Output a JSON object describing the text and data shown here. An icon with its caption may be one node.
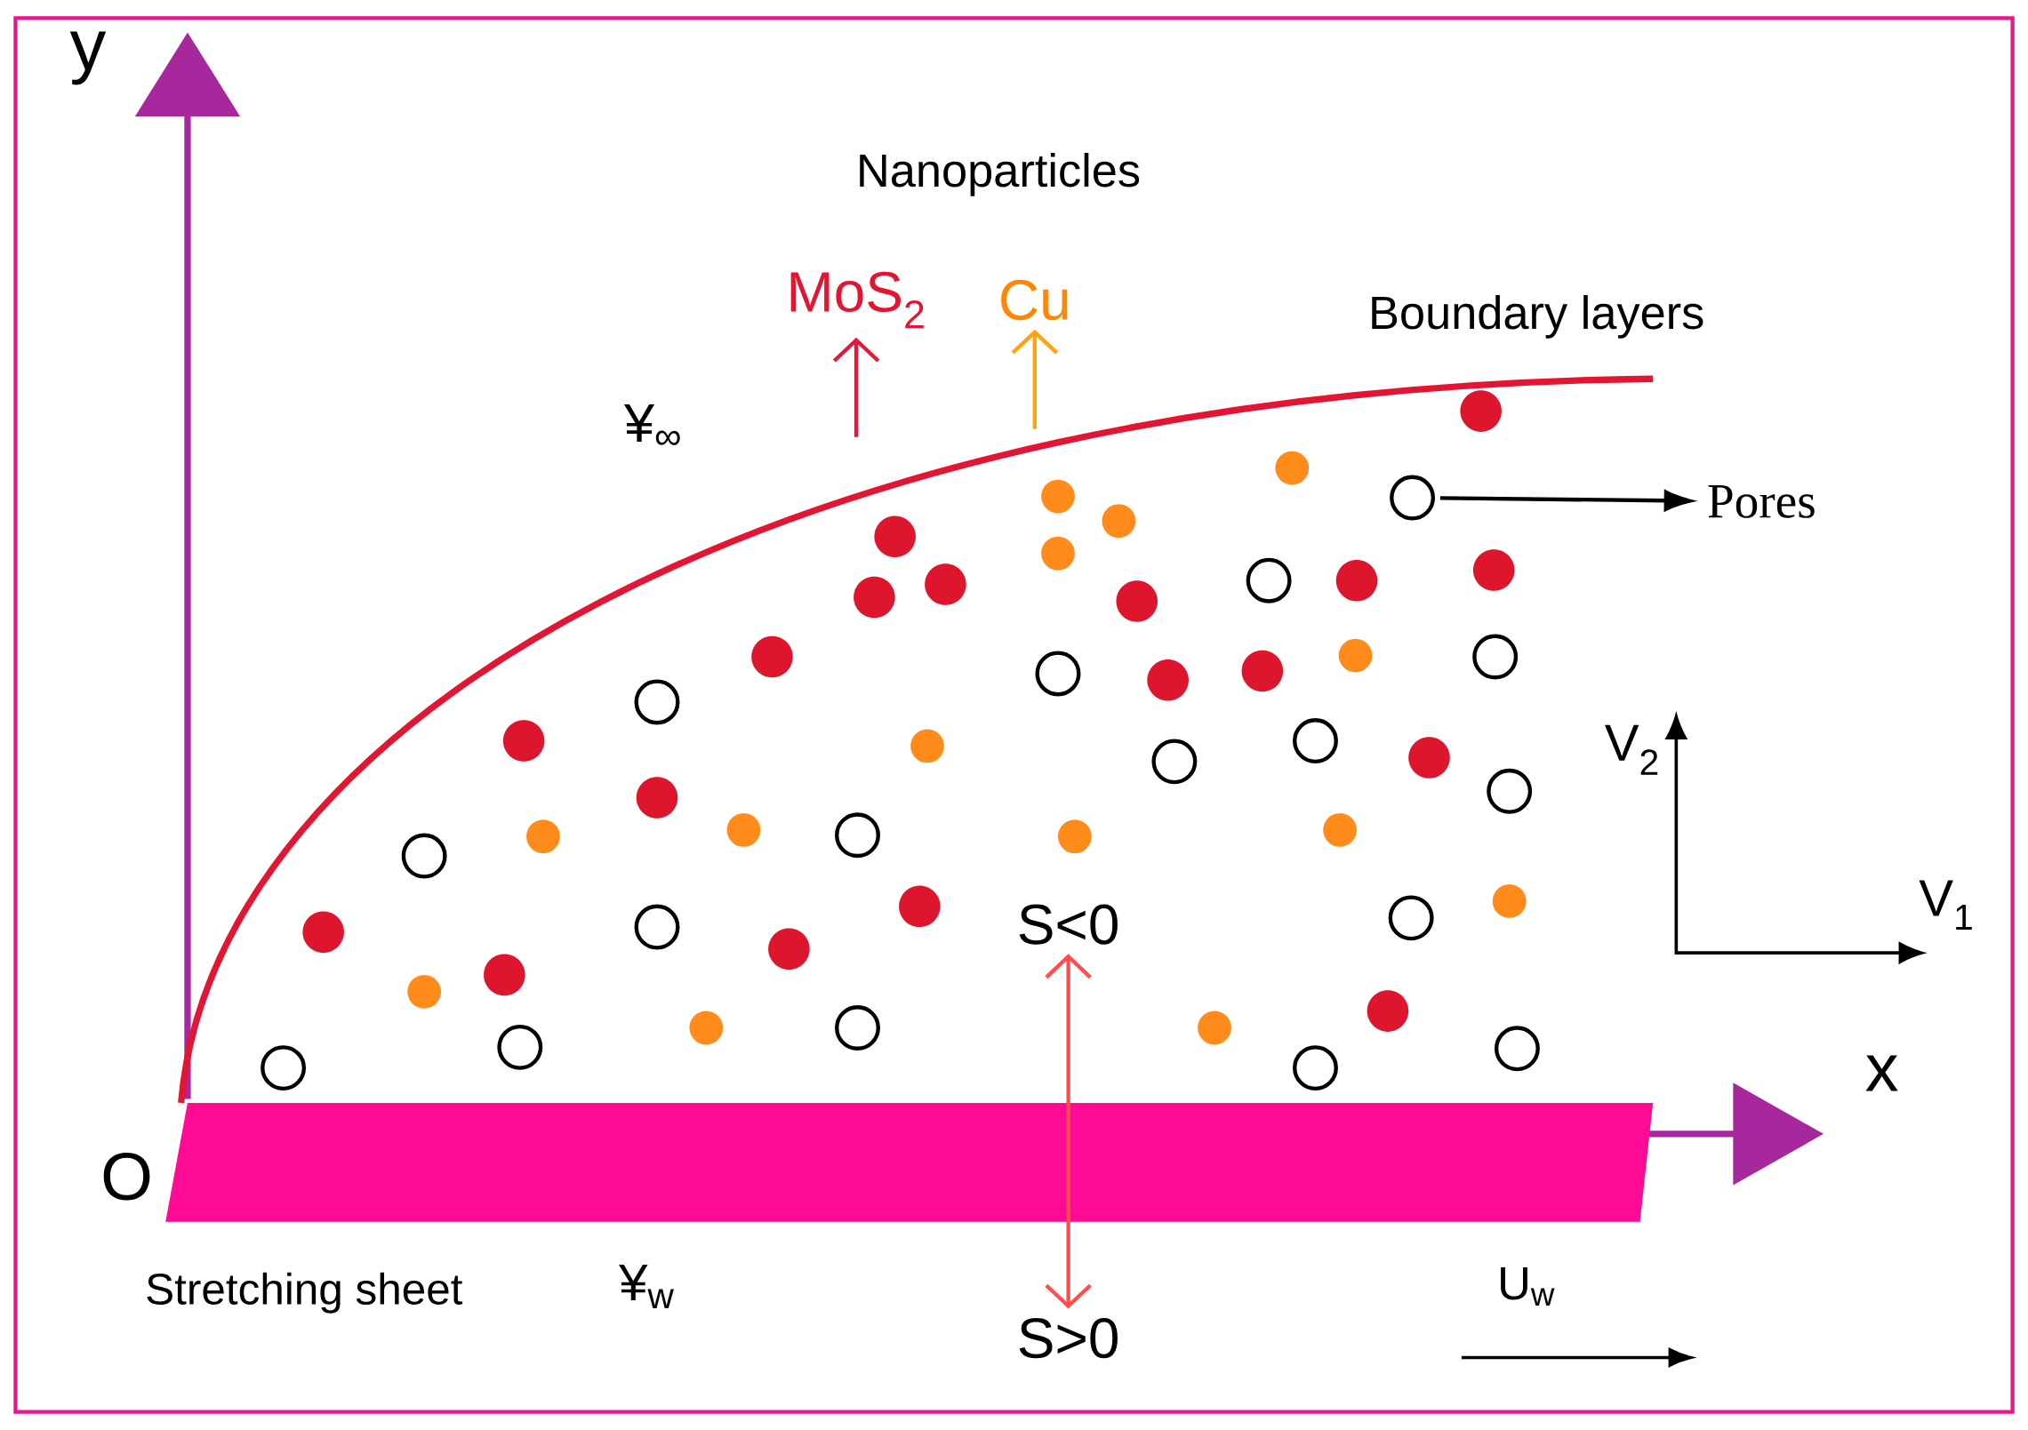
{
  "diagram": {
    "nodes": [
      {
        "text": [
          "MoS$_{2}$"
        ]
      },
      {
        "text": [
          "Cu"
        ]
      },
      {
        "text": [],
        "shape": "circle"
      },
      {
        "text": [
          "Pores"
        ]
      },
      {
        "text": [
          "S<0"
        ]
      },
      {
        "text": [
          "S>0"
        ]
      }
    ],
    "edges": [
      {
        "from": null,
        "to": 0,
        "arrow": "to",
        "color": "#e8173a"
      },
      {
        "from": null,
        "to": 1,
        "arrow": "to",
        "color": "#ffa20f"
      },
      {
        "from": 2,
        "to": 3,
        "arrow": "to",
        "color": "#000000"
      },
      {
        "from": 4,
        "to": 5,
        "arrow": "both",
        "color": "#ff4d4d"
      }
    ],
    "labels": [
      "y",
      "Nanoparticles",
      "Boundary layers",
      "¥$_{∞}$",
      "V$_{2}$",
      "V$_{1}$",
      "x",
      "O",
      "Stretching sheet",
      "¥$_{w}$",
      "U$_{w}$"
    ]
  }
}
